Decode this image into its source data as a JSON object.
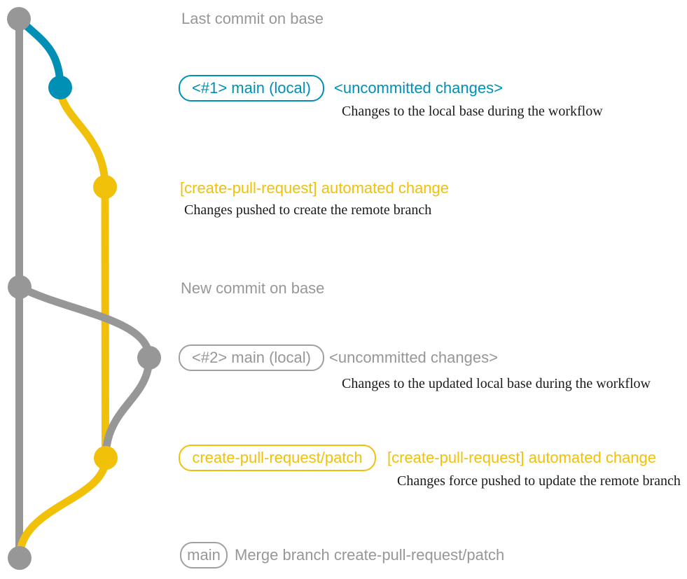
{
  "colors": {
    "gray": "#979797",
    "teal": "#008fb5",
    "yellow": "#f1c109",
    "note_text": "#1a1a1a",
    "background": "#ffffff"
  },
  "annotations": {
    "last_commit_label": "Last commit on base",
    "row1_badge": "<#1> main (local)",
    "row1_message": "<uncommitted changes>",
    "row1_note": "Changes to the local base during the workflow",
    "row2_message": "[create-pull-request] automated change",
    "row2_note": "Changes pushed to create the remote branch",
    "new_commit_label": "New commit on base",
    "row3_badge": "<#2> main (local)",
    "row3_message": "<uncommitted changes>",
    "row3_note": "Changes to the updated local base during the workflow",
    "row4_badge": "create-pull-request/patch",
    "row4_message": "[create-pull-request] automated change",
    "row4_note": "Changes force pushed to update the remote branch",
    "row5_badge": "main",
    "row5_message": "Merge branch create-pull-request/patch"
  }
}
